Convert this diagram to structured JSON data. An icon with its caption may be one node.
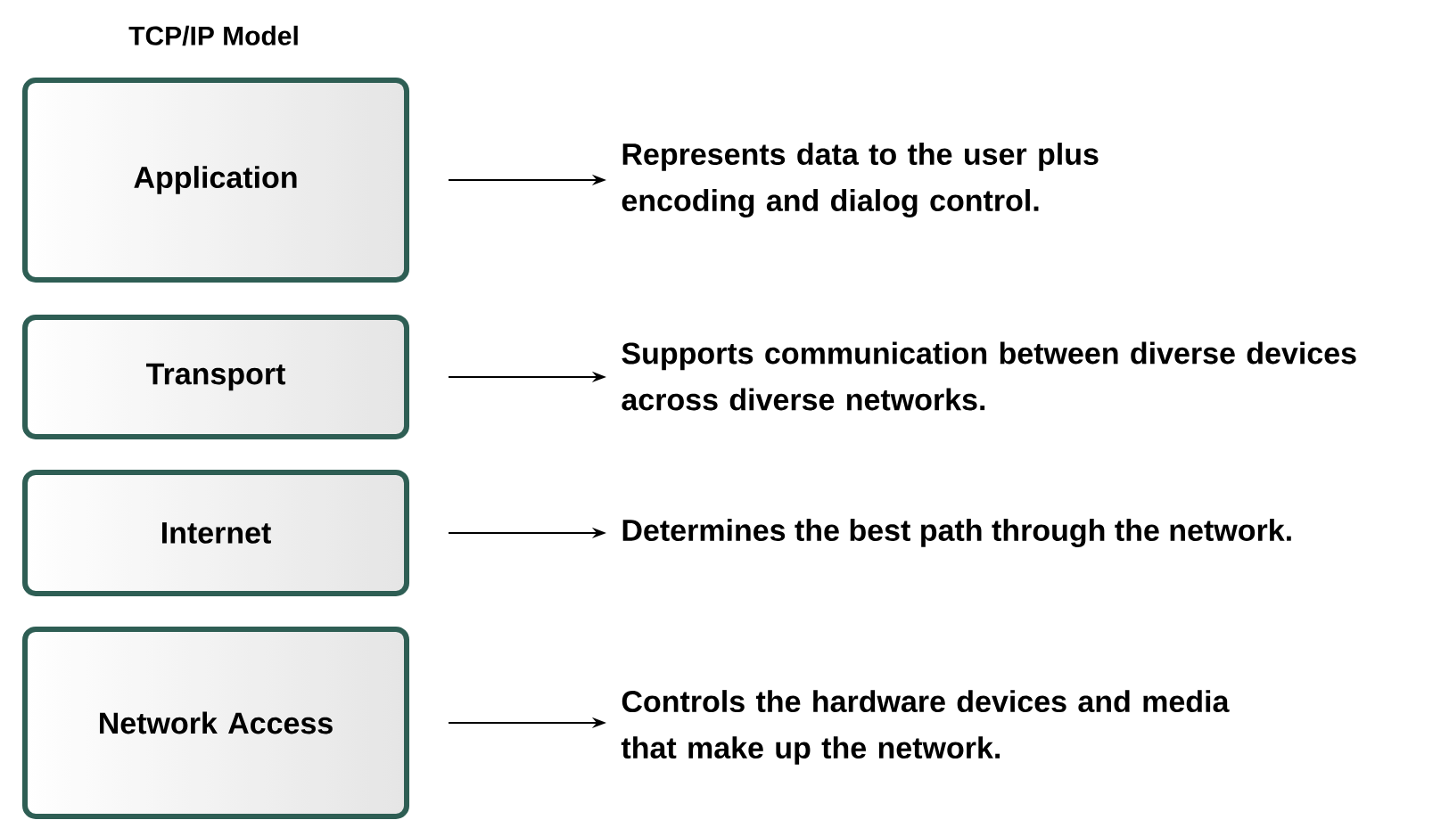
{
  "diagram": {
    "title": "TCP/IP Model",
    "nodes": [
      {
        "text": [
          "Application"
        ]
      },
      {
        "text": [
          "Transport"
        ]
      },
      {
        "text": [
          "Internet"
        ]
      },
      {
        "text": [
          "Network Access"
        ]
      },
      {
        "text": [
          "Represents data to the user plus encoding and dialog control."
        ]
      },
      {
        "text": [
          "Supports communication between diverse devices across diverse networks."
        ]
      },
      {
        "text": [
          "Determines the best path through the network."
        ]
      },
      {
        "text": [
          "Controls the hardware devices and media that make up the network."
        ]
      }
    ],
    "edges": [
      {
        "from": 0,
        "to": 4,
        "arrow": "to"
      },
      {
        "from": 1,
        "to": 5,
        "arrow": "to"
      },
      {
        "from": 2,
        "to": 6,
        "arrow": "to"
      },
      {
        "from": 3,
        "to": 7,
        "arrow": "to"
      }
    ]
  }
}
